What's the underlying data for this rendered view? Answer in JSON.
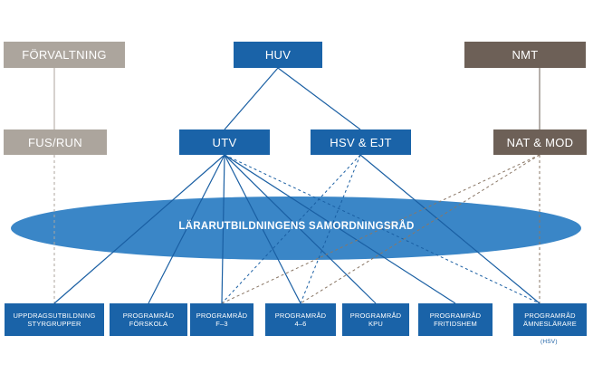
{
  "colors": {
    "blue": "#1a63a8",
    "tan": "#aca59d",
    "brown": "#6d6057",
    "ellipse": "#3a86c7",
    "line_blue": "#1a5fa3",
    "line_brown": "#8a7766"
  },
  "top": {
    "forvaltning": "FÖRVALTNING",
    "huv": "HUV",
    "nmt": "NMT"
  },
  "middle": {
    "fus": "FUS/RUN",
    "utv": "UTV",
    "hsv": "HSV & EJT",
    "nat": "NAT & MOD"
  },
  "ellipse": {
    "label": "LÄRARUTBILDNINGENS SAMORDNINGSRÅD"
  },
  "bottom": [
    {
      "line1": "UPPDRAGSUTBILDNING",
      "line2": "STYRGRUPPER"
    },
    {
      "line1": "PROGRAMRÅD",
      "line2": "FÖRSKOLA"
    },
    {
      "line1": "PROGRAMRÅD",
      "line2": "F–3"
    },
    {
      "line1": "PROGRAMRÅD",
      "line2": "4–6"
    },
    {
      "line1": "PROGRAMRÅD",
      "line2": "KPU"
    },
    {
      "line1": "PROGRAMRÅD",
      "line2": "FRITIDSHEM"
    },
    {
      "line1": "PROGRAMRÅD",
      "line2": "ÄMNESLÄRARE"
    }
  ],
  "note": "(HSV)"
}
